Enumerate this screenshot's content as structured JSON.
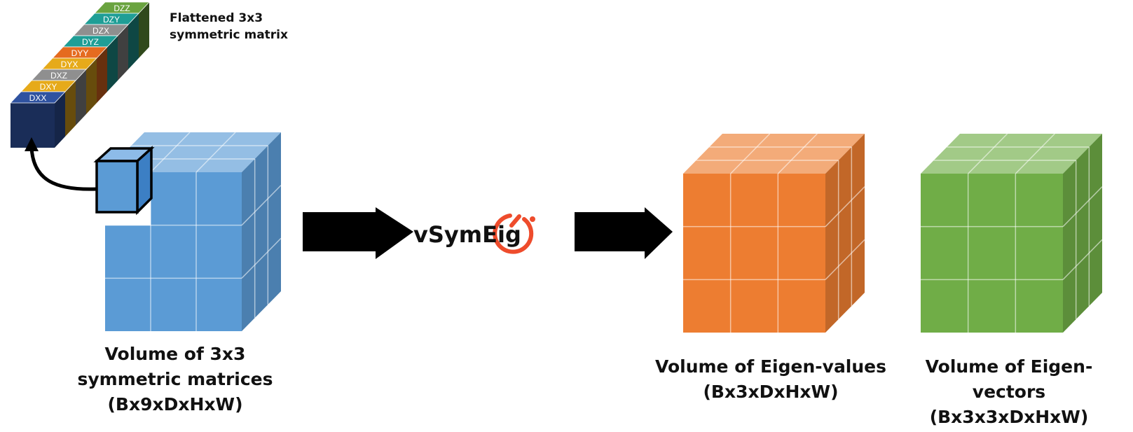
{
  "flattened": {
    "title_line1": "Flattened 3x3",
    "title_line2": "symmetric matrix",
    "entries": [
      "DXX",
      "DXY",
      "DXZ",
      "DYX",
      "DYY",
      "DYZ",
      "DZX",
      "DZY",
      "DZZ"
    ],
    "colors": {
      "DXX": "#2f52a0",
      "DXY": "#e6aa1a",
      "DXZ": "#8f8f8f",
      "DYX": "#e6aa1a",
      "DYY": "#e56b1f",
      "DYZ": "#1f9e96",
      "DZX": "#8f8f8f",
      "DZY": "#1f9e96",
      "DZZ": "#6aa33f"
    }
  },
  "input_volume": {
    "caption_line1": "Volume of 3x3",
    "caption_line2": "symmetric matrices",
    "caption_line3": "(Bx9xDxHxW)",
    "color": "#5b9bd5"
  },
  "operation": {
    "name": "vSymEig",
    "logo": "pytorch-logo-icon",
    "logo_color": "#ee4c2c"
  },
  "eigenvalues": {
    "caption_line1": "Volume of Eigen-values",
    "caption_line2": "(Bx3xDxHxW)",
    "color": "#ed7d31"
  },
  "eigenvectors": {
    "caption_line1": "Volume of Eigen-vectors",
    "caption_line2": "(Bx3x3xDxHxW)",
    "color": "#70ad47"
  }
}
